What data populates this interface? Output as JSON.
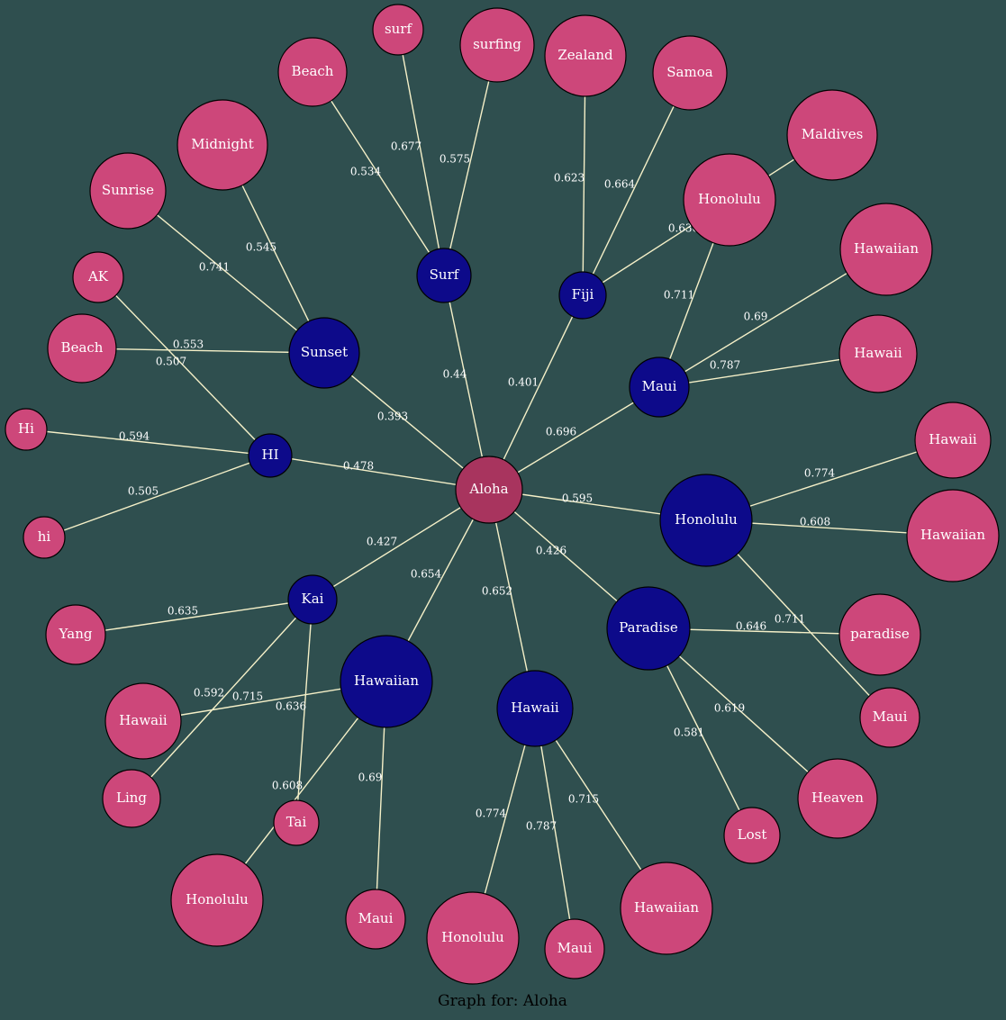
{
  "caption": "Graph for: Aloha",
  "colors": {
    "root": "#a8345e",
    "hub": "#0d0a8a",
    "leaf": "#cd477a",
    "edge": "#f5f0c8",
    "background": "#2f4f4f"
  },
  "nodes": [
    {
      "id": "aloha",
      "label": "Aloha",
      "kind": "root"
    },
    {
      "id": "surf",
      "label": "Surf",
      "kind": "hub"
    },
    {
      "id": "fiji",
      "label": "Fiji",
      "kind": "hub"
    },
    {
      "id": "sunset",
      "label": "Sunset",
      "kind": "hub"
    },
    {
      "id": "maui_h",
      "label": "Maui",
      "kind": "hub"
    },
    {
      "id": "hi_h",
      "label": "HI",
      "kind": "hub"
    },
    {
      "id": "honolulu_h",
      "label": "Honolulu",
      "kind": "hub"
    },
    {
      "id": "kai",
      "label": "Kai",
      "kind": "hub"
    },
    {
      "id": "hawaiian_h",
      "label": "Hawaiian",
      "kind": "hub"
    },
    {
      "id": "hawaii_h",
      "label": "Hawaii",
      "kind": "hub"
    },
    {
      "id": "paradise_h",
      "label": "Paradise",
      "kind": "hub"
    },
    {
      "id": "beach1",
      "label": "Beach",
      "kind": "leaf"
    },
    {
      "id": "surf_l",
      "label": "surf",
      "kind": "leaf"
    },
    {
      "id": "surfing",
      "label": "surfing",
      "kind": "leaf"
    },
    {
      "id": "zealand",
      "label": "Zealand",
      "kind": "leaf"
    },
    {
      "id": "samoa",
      "label": "Samoa",
      "kind": "leaf"
    },
    {
      "id": "maldives",
      "label": "Maldives",
      "kind": "leaf"
    },
    {
      "id": "honolulu1",
      "label": "Honolulu",
      "kind": "leaf"
    },
    {
      "id": "midnight",
      "label": "Midnight",
      "kind": "leaf"
    },
    {
      "id": "sunrise",
      "label": "Sunrise",
      "kind": "leaf"
    },
    {
      "id": "ak",
      "label": "AK",
      "kind": "leaf"
    },
    {
      "id": "beach2",
      "label": "Beach",
      "kind": "leaf"
    },
    {
      "id": "hawaiian1",
      "label": "Hawaiian",
      "kind": "leaf"
    },
    {
      "id": "hawaii1",
      "label": "Hawaii",
      "kind": "leaf"
    },
    {
      "id": "hi_upper",
      "label": "Hi",
      "kind": "leaf"
    },
    {
      "id": "hi_lower",
      "label": "hi",
      "kind": "leaf"
    },
    {
      "id": "hawaii2",
      "label": "Hawaii",
      "kind": "leaf"
    },
    {
      "id": "hawaiian2",
      "label": "Hawaiian",
      "kind": "leaf"
    },
    {
      "id": "yang",
      "label": "Yang",
      "kind": "leaf"
    },
    {
      "id": "paradise_l",
      "label": "paradise",
      "kind": "leaf"
    },
    {
      "id": "maui1",
      "label": "Maui",
      "kind": "leaf"
    },
    {
      "id": "hawaii3",
      "label": "Hawaii",
      "kind": "leaf"
    },
    {
      "id": "ling",
      "label": "Ling",
      "kind": "leaf"
    },
    {
      "id": "heaven",
      "label": "Heaven",
      "kind": "leaf"
    },
    {
      "id": "tai",
      "label": "Tai",
      "kind": "leaf"
    },
    {
      "id": "lost",
      "label": "Lost",
      "kind": "leaf"
    },
    {
      "id": "honolulu2",
      "label": "Honolulu",
      "kind": "leaf"
    },
    {
      "id": "maui2",
      "label": "Maui",
      "kind": "leaf"
    },
    {
      "id": "honolulu3",
      "label": "Honolulu",
      "kind": "leaf"
    },
    {
      "id": "maui3",
      "label": "Maui",
      "kind": "leaf"
    },
    {
      "id": "hawaiian3",
      "label": "Hawaiian",
      "kind": "leaf"
    }
  ],
  "edges": [
    {
      "from": "aloha",
      "to": "surf",
      "label": "0.44"
    },
    {
      "from": "aloha",
      "to": "fiji",
      "label": "0.401"
    },
    {
      "from": "aloha",
      "to": "sunset",
      "label": "0.393"
    },
    {
      "from": "aloha",
      "to": "maui_h",
      "label": "0.696"
    },
    {
      "from": "aloha",
      "to": "hi_h",
      "label": "0.478"
    },
    {
      "from": "aloha",
      "to": "honolulu_h",
      "label": "0.595"
    },
    {
      "from": "aloha",
      "to": "kai",
      "label": "0.427"
    },
    {
      "from": "aloha",
      "to": "hawaiian_h",
      "label": "0.654"
    },
    {
      "from": "aloha",
      "to": "hawaii_h",
      "label": "0.652"
    },
    {
      "from": "aloha",
      "to": "paradise_h",
      "label": "0.426"
    },
    {
      "from": "surf",
      "to": "beach1",
      "label": "0.534"
    },
    {
      "from": "surf",
      "to": "surf_l",
      "label": "0.677"
    },
    {
      "from": "surf",
      "to": "surfing",
      "label": "0.575"
    },
    {
      "from": "fiji",
      "to": "zealand",
      "label": "0.623"
    },
    {
      "from": "fiji",
      "to": "samoa",
      "label": "0.664"
    },
    {
      "from": "fiji",
      "to": "maldives",
      "label": "0.636"
    },
    {
      "from": "sunset",
      "to": "midnight",
      "label": "0.545"
    },
    {
      "from": "sunset",
      "to": "sunrise",
      "label": "0.741"
    },
    {
      "from": "sunset",
      "to": "beach2",
      "label": "0.553"
    },
    {
      "from": "maui_h",
      "to": "honolulu1",
      "label": "0.711"
    },
    {
      "from": "maui_h",
      "to": "hawaiian1",
      "label": "0.69"
    },
    {
      "from": "maui_h",
      "to": "hawaii1",
      "label": "0.787"
    },
    {
      "from": "hi_h",
      "to": "ak",
      "label": "0.507"
    },
    {
      "from": "hi_h",
      "to": "hi_upper",
      "label": "0.594"
    },
    {
      "from": "hi_h",
      "to": "hi_lower",
      "label": "0.505"
    },
    {
      "from": "honolulu_h",
      "to": "hawaii2",
      "label": "0.774"
    },
    {
      "from": "honolulu_h",
      "to": "hawaiian2",
      "label": "0.608"
    },
    {
      "from": "honolulu_h",
      "to": "maui1",
      "label": "0.711"
    },
    {
      "from": "kai",
      "to": "yang",
      "label": "0.635"
    },
    {
      "from": "kai",
      "to": "ling",
      "label": "0.592"
    },
    {
      "from": "kai",
      "to": "tai",
      "label": "0.608"
    },
    {
      "from": "hawaiian_h",
      "to": "hawaii3",
      "label": "0.715"
    },
    {
      "from": "hawaiian_h",
      "to": "honolulu2",
      "label": "0.636"
    },
    {
      "from": "hawaiian_h",
      "to": "maui2",
      "label": "0.69"
    },
    {
      "from": "hawaii_h",
      "to": "honolulu3",
      "label": "0.774"
    },
    {
      "from": "hawaii_h",
      "to": "maui3",
      "label": "0.787"
    },
    {
      "from": "hawaii_h",
      "to": "hawaiian3",
      "label": "0.715"
    },
    {
      "from": "paradise_h",
      "to": "paradise_l",
      "label": "0.646"
    },
    {
      "from": "paradise_h",
      "to": "heaven",
      "label": "0.619"
    },
    {
      "from": "paradise_h",
      "to": "lost",
      "label": "0.581"
    }
  ]
}
